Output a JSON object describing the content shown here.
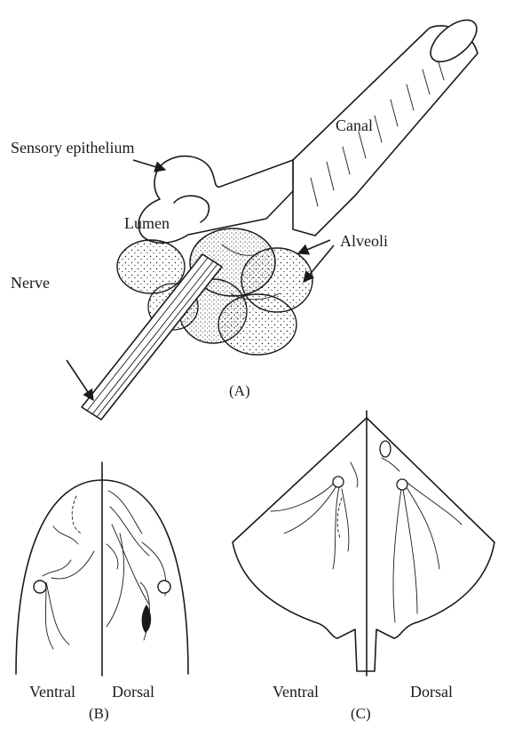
{
  "panel_a": {
    "labels": {
      "canal": "Canal",
      "sensory_epithelium": "Sensory epithelium",
      "lumen": "Lumen",
      "alveoli": "Alveoli",
      "nerve": "Nerve"
    },
    "caption": "(A)"
  },
  "panel_b": {
    "left_label": "Ventral",
    "right_label": "Dorsal",
    "caption": "(B)"
  },
  "panel_c": {
    "left_label": "Ventral",
    "right_label": "Dorsal",
    "caption": "(C)"
  }
}
